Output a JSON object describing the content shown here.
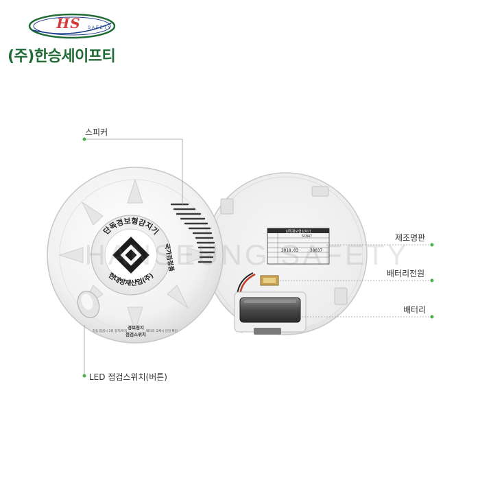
{
  "brand": {
    "logo_text": "HS",
    "logo_sub": "SAFETY",
    "company_name": "(주)한승세이프티",
    "logo_color": "#d83a3a",
    "logo_ring_color": "#1f6b35",
    "company_color": "#1f6b35"
  },
  "watermark": "HANSEUNG SAFETY",
  "callouts": {
    "speaker": "스피커",
    "led_button": "LED 점검스위치(버튼)",
    "nameplate": "제조명판",
    "battery_power": "배터리전원",
    "battery": "배터리"
  },
  "detector_front": {
    "ring_top": "단독경보형감지기",
    "ring_right": "국가검정품",
    "ring_bottom": "현대방재산업(주)",
    "side_label_1": "경보정지",
    "side_label_2": "점검스위치",
    "small_text_left": "작동 점검시 2회 정지/복귀",
    "small_text_right": "배터리 교체시 안전 확인"
  },
  "nameplate": {
    "title": "단독경보형감지기",
    "row1": "SC847",
    "row2": "2018.03",
    "row3": "38037"
  },
  "accent_color": "#4caf50"
}
